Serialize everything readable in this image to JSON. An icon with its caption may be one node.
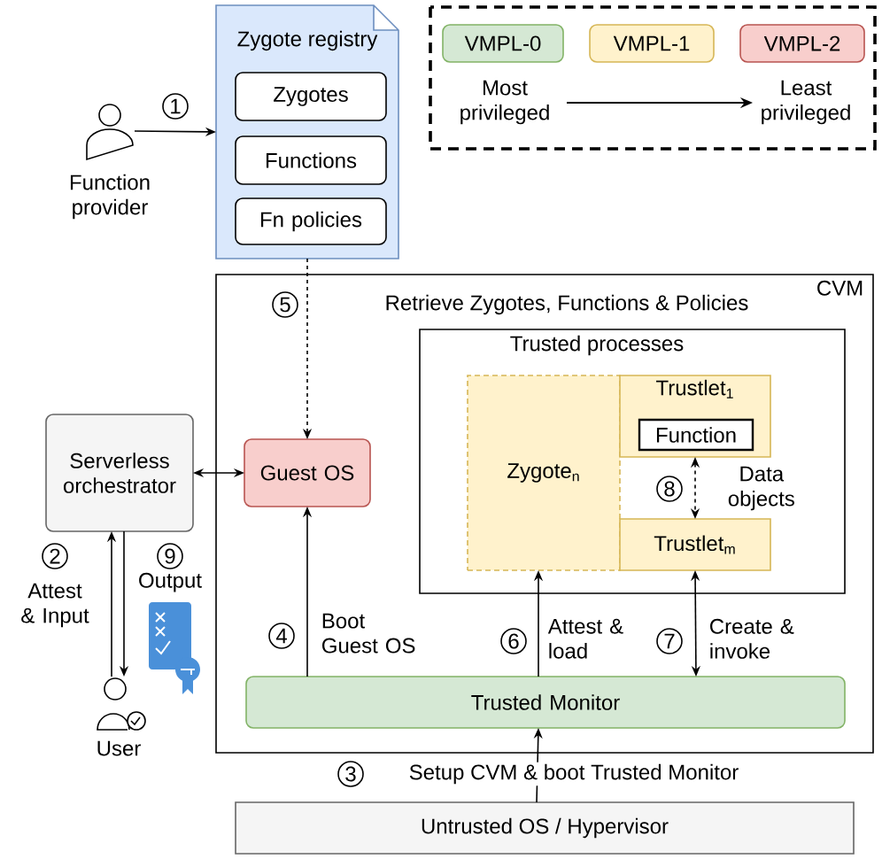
{
  "diagram": {
    "nodes": [
      {
        "text": [
          "Zygote registry"
        ]
      },
      {
        "text": [
          "Zygotes"
        ],
        "in": 0
      },
      {
        "text": [
          "Functions"
        ],
        "in": 0
      },
      {
        "text": [
          "Fn policies"
        ],
        "in": 0
      },
      {
        "text": [],
        "shape": "person",
        "beside": [
          "Function provider"
        ]
      },
      {
        "text": [
          "VMPL-0"
        ]
      },
      {
        "text": [
          "VMPL-1"
        ]
      },
      {
        "text": [
          "VMPL-2"
        ]
      },
      {
        "text": [
          "CVM"
        ]
      },
      {
        "text": [
          "Guest OS"
        ],
        "in": 8
      },
      {
        "text": [
          "Trusted processes"
        ],
        "in": 8
      },
      {
        "text": [
          "Zygote$_{n}$"
        ],
        "in": 10
      },
      {
        "text": [
          "Trustlet$_{1}$"
        ],
        "in": 10
      },
      {
        "text": [
          "Function"
        ],
        "in": 12
      },
      {
        "text": [
          "Trustlet$_{m}$"
        ],
        "in": 10
      },
      {
        "text": [
          "Trusted Monitor"
        ],
        "in": 8
      },
      {
        "text": [
          "Serverless orchestrator"
        ]
      },
      {
        "text": [],
        "shape": "person",
        "beside": [
          "User"
        ]
      },
      {
        "text": [
          "Untrusted OS / Hypervisor"
        ]
      }
    ],
    "edges": [
      {
        "from": 4,
        "to": 0,
        "arrow": "to",
        "label": "1"
      },
      {
        "from": 0,
        "to": 9,
        "arrow": "to",
        "style": "dashed",
        "label": "Retrieve Zygotes, Functions & Policies"
      },
      {
        "from": 16,
        "to": 9,
        "arrow": "both"
      },
      {
        "from": 17,
        "to": 16,
        "arrow": "to",
        "label": "Attest & Input"
      },
      {
        "from": 16,
        "to": 17,
        "arrow": "to",
        "label": "Output"
      },
      {
        "from": 15,
        "to": 9,
        "arrow": "to",
        "label": "Boot Guest OS"
      },
      {
        "from": 15,
        "to": 11,
        "arrow": "to",
        "label": "Attest & load"
      },
      {
        "from": 15,
        "to": 14,
        "arrow": "both",
        "label": "Create & invoke"
      },
      {
        "from": 12,
        "to": 14,
        "arrow": "both",
        "style": "dashed",
        "label": "Data objects"
      },
      {
        "from": 18,
        "to": 15,
        "arrow": "to",
        "label": "Setup CVM & boot Trusted Monitor"
      }
    ],
    "labels": [
      "Most privileged",
      "Least privileged",
      "5",
      "8",
      "2",
      "9",
      "4",
      "6",
      "7",
      "3"
    ]
  }
}
